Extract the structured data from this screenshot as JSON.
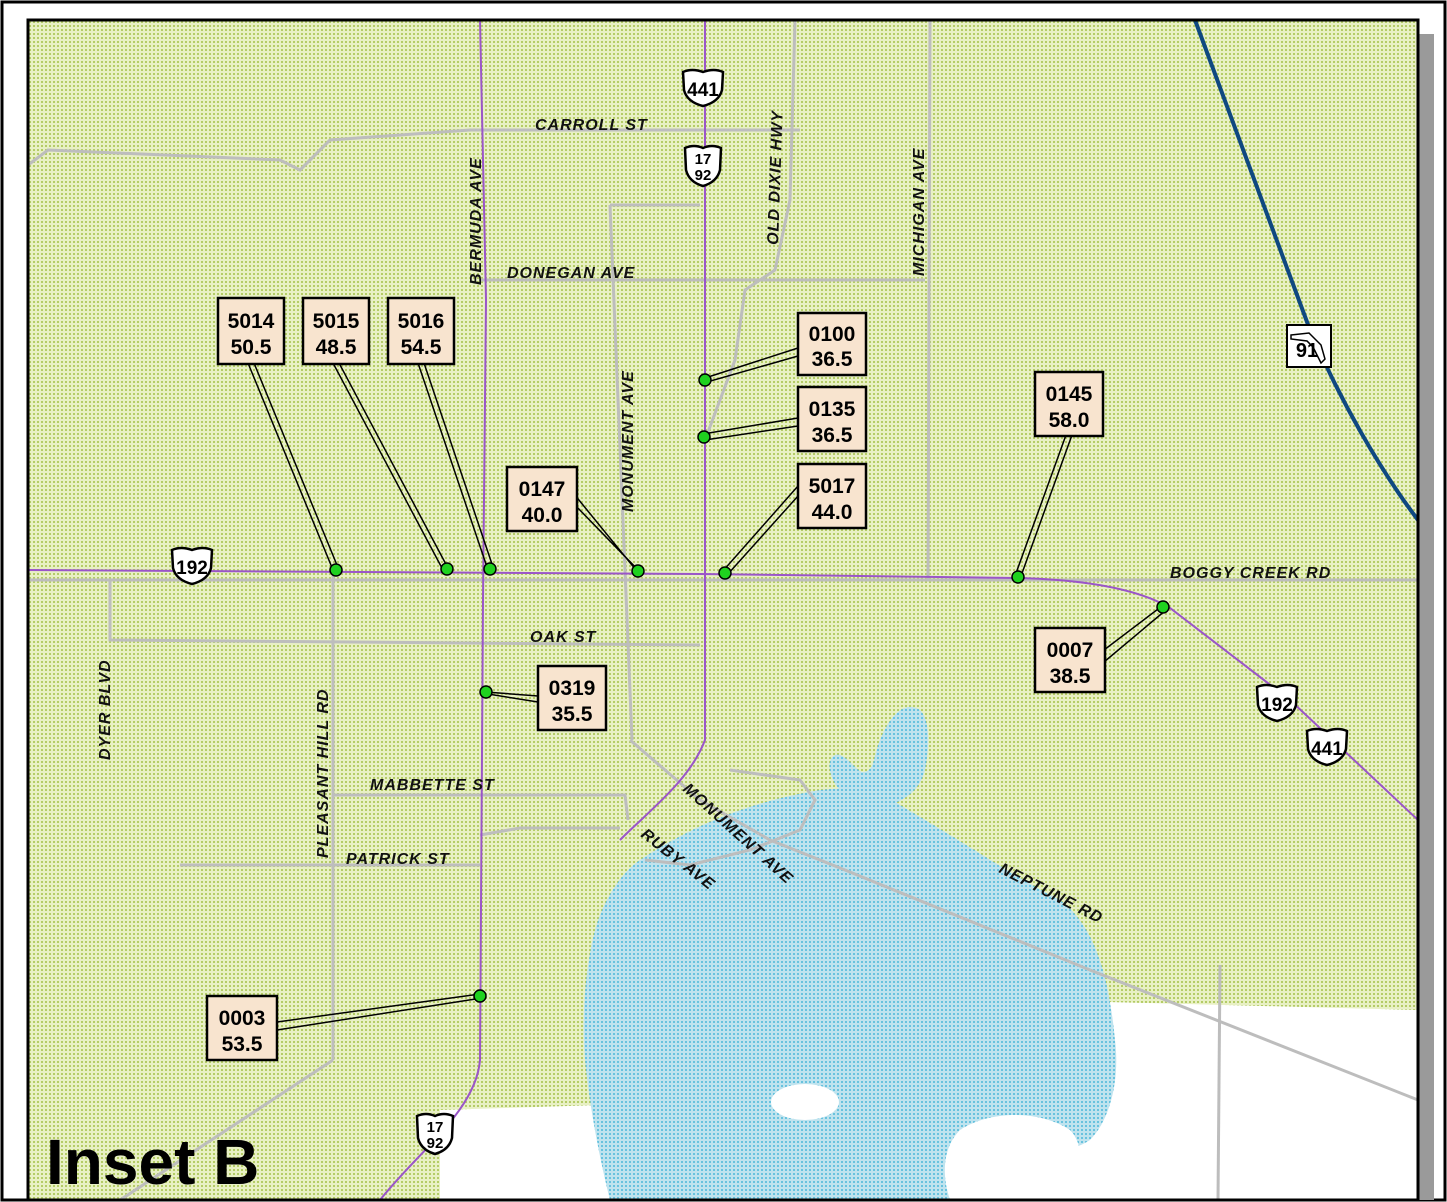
{
  "title": "Inset B",
  "colors": {
    "land": "#e8f0c4",
    "land_dot": "#b4cc66",
    "water": "#bfe3ee",
    "water_dot": "#68c2de",
    "road": "#bdbdbd",
    "highway": "#9a55c8",
    "interstate": "#0f4880",
    "station": "#1fd11f",
    "label_box": "#f8e4cf"
  },
  "roads": [
    {
      "id": "carroll",
      "label": "CARROLL ST"
    },
    {
      "id": "donegan",
      "label": "DONEGAN AVE"
    },
    {
      "id": "bermuda",
      "label": "BERMUDA AVE"
    },
    {
      "id": "monument-n",
      "label": "MONUMENT AVE"
    },
    {
      "id": "old-dixie",
      "label": "OLD DIXIE HWY"
    },
    {
      "id": "michigan",
      "label": "MICHIGAN AVE"
    },
    {
      "id": "boggy",
      "label": "BOGGY CREEK RD"
    },
    {
      "id": "oak",
      "label": "OAK ST"
    },
    {
      "id": "dyer",
      "label": "DYER BLVD"
    },
    {
      "id": "pleasant",
      "label": "PLEASANT HILL RD"
    },
    {
      "id": "mabbette",
      "label": "MABBETTE ST"
    },
    {
      "id": "patrick",
      "label": "PATRICK ST"
    },
    {
      "id": "ruby",
      "label": "RUBY AVE"
    },
    {
      "id": "monument-s",
      "label": "MONUMENT AVE"
    },
    {
      "id": "neptune",
      "label": "NEPTUNE RD"
    }
  ],
  "shields": [
    {
      "id": "us441-n",
      "type": "us",
      "lines": [
        "441"
      ]
    },
    {
      "id": "us17-92-n",
      "type": "us",
      "lines": [
        "17",
        "92"
      ]
    },
    {
      "id": "us192-w",
      "type": "us",
      "lines": [
        "192"
      ]
    },
    {
      "id": "fl91",
      "type": "state",
      "lines": [
        "91"
      ]
    },
    {
      "id": "us192-e",
      "type": "us",
      "lines": [
        "192"
      ]
    },
    {
      "id": "us441-e",
      "type": "us",
      "lines": [
        "441"
      ]
    },
    {
      "id": "us17-92-s",
      "type": "us",
      "lines": [
        "17",
        "92"
      ]
    }
  ],
  "stations": [
    {
      "id": "5014",
      "value": "50.5"
    },
    {
      "id": "5015",
      "value": "48.5"
    },
    {
      "id": "5016",
      "value": "54.5"
    },
    {
      "id": "0100",
      "value": "36.5"
    },
    {
      "id": "0135",
      "value": "36.5"
    },
    {
      "id": "0145",
      "value": "58.0"
    },
    {
      "id": "0147",
      "value": "40.0"
    },
    {
      "id": "5017",
      "value": "44.0"
    },
    {
      "id": "0007",
      "value": "38.5"
    },
    {
      "id": "0319",
      "value": "35.5"
    },
    {
      "id": "0003",
      "value": "53.5"
    }
  ]
}
